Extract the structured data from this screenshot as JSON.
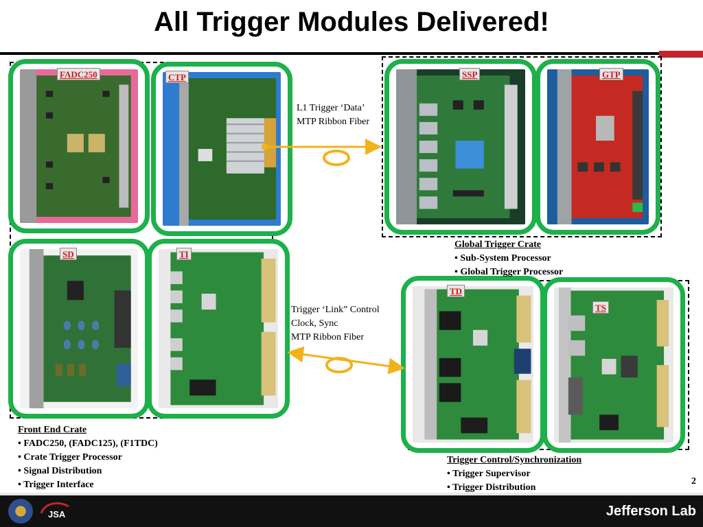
{
  "slide": {
    "title": "All Trigger Modules Delivered!",
    "page_number": "2"
  },
  "modules": {
    "fadc250": "FADC250",
    "ctp": "CTP",
    "ssp": "SSP",
    "gtp": "GTP",
    "sd": "SD",
    "ti": "TI",
    "td": "TD",
    "ts": "TS"
  },
  "links": {
    "l1_line1": "L1 Trigger ‘Data’",
    "l1_line2": "MTP Ribbon Fiber",
    "ctrl_line1": "Trigger ‘Link” Control",
    "ctrl_line2": "Clock, Sync",
    "ctrl_line3": "MTP Ribbon Fiber"
  },
  "global_crate": {
    "heading": "Global Trigger Crate",
    "items": [
      "• Sub-System Processor",
      "• Global Trigger Processor"
    ]
  },
  "front_end_crate": {
    "heading": "Front End Crate",
    "items": [
      "• FADC250, (FADC125), (F1TDC)",
      "• Crate Trigger Processor",
      "• Signal Distribution",
      "• Trigger Interface"
    ]
  },
  "tcs_crate": {
    "heading": "Trigger Control/Synchronization",
    "items": [
      "• Trigger Supervisor",
      "• Trigger Distribution"
    ]
  },
  "footer": {
    "jsa_text": "JSA",
    "lab_name": "Jefferson Lab"
  },
  "colors": {
    "frame_green": "#1db04b",
    "arrow_orange": "#f2b21b",
    "label_red": "#d01818"
  }
}
